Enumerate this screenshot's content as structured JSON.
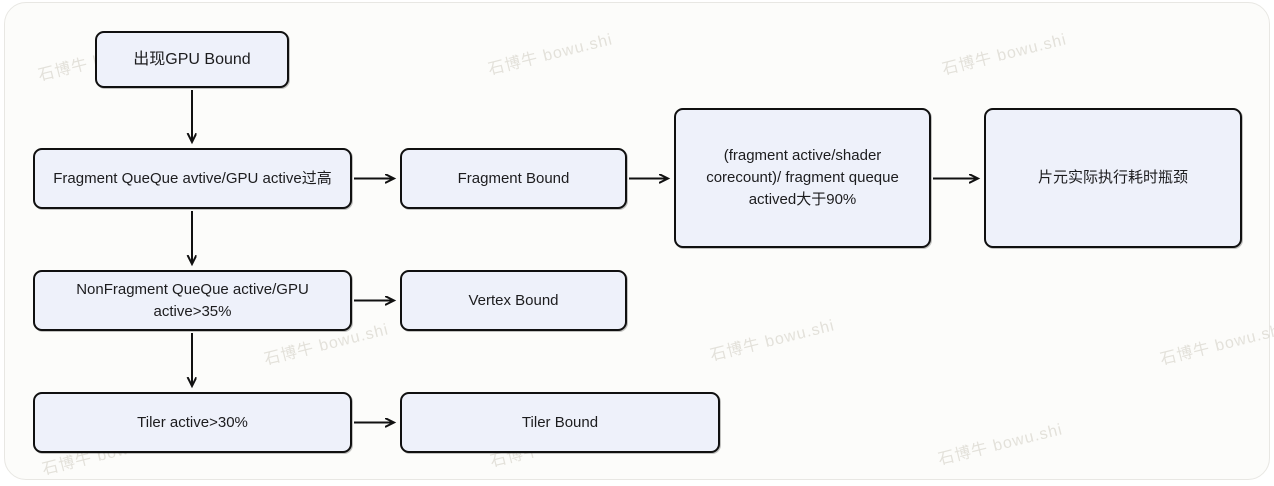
{
  "diagram": {
    "type": "flowchart",
    "colors": {
      "node_fill": "#eef1fa",
      "node_border": "#101010",
      "arrow": "#111111",
      "card_background": "#fcfcfa"
    },
    "nodes": [
      {
        "id": "gpu-bound",
        "label": "出现GPU Bound"
      },
      {
        "id": "fragment-queue-ratio",
        "label": "Fragment QueQue avtive/GPU active过高"
      },
      {
        "id": "fragment-bound",
        "label": "Fragment Bound"
      },
      {
        "id": "fragment-active-ratio",
        "label": "(fragment active/shader corecount)/ fragment queque actived大于90%"
      },
      {
        "id": "fragment-exec-bottleneck",
        "label": "片元实际执行耗时瓶颈"
      },
      {
        "id": "nonfragment-queue-ratio",
        "label": "NonFragment QueQue active/GPU active>35%"
      },
      {
        "id": "vertex-bound",
        "label": "Vertex Bound"
      },
      {
        "id": "tiler-active",
        "label": "Tiler active>30%"
      },
      {
        "id": "tiler-bound",
        "label": "Tiler Bound"
      }
    ],
    "edges": [
      {
        "from": "gpu-bound",
        "to": "fragment-queue-ratio"
      },
      {
        "from": "fragment-queue-ratio",
        "to": "fragment-bound"
      },
      {
        "from": "fragment-bound",
        "to": "fragment-active-ratio"
      },
      {
        "from": "fragment-active-ratio",
        "to": "fragment-exec-bottleneck"
      },
      {
        "from": "fragment-queue-ratio",
        "to": "nonfragment-queue-ratio"
      },
      {
        "from": "nonfragment-queue-ratio",
        "to": "vertex-bound"
      },
      {
        "from": "nonfragment-queue-ratio",
        "to": "tiler-active"
      },
      {
        "from": "tiler-active",
        "to": "tiler-bound"
      }
    ]
  },
  "watermark": {
    "text": "石博牛 bowu.shi"
  }
}
